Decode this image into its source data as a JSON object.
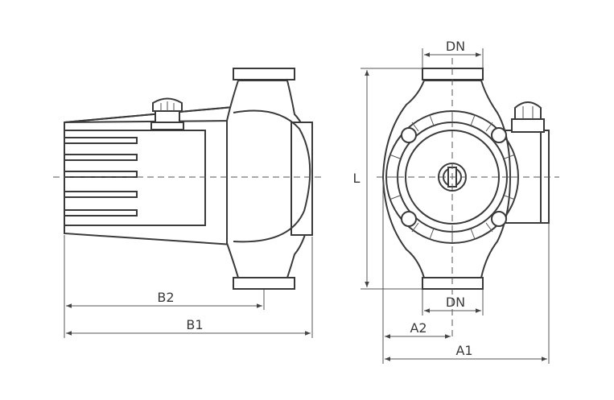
{
  "labels": {
    "dn_top": "DN",
    "dn_bottom": "DN",
    "length": "L",
    "b1": "B1",
    "b2": "B2",
    "a1": "A1",
    "a2": "A2"
  }
}
